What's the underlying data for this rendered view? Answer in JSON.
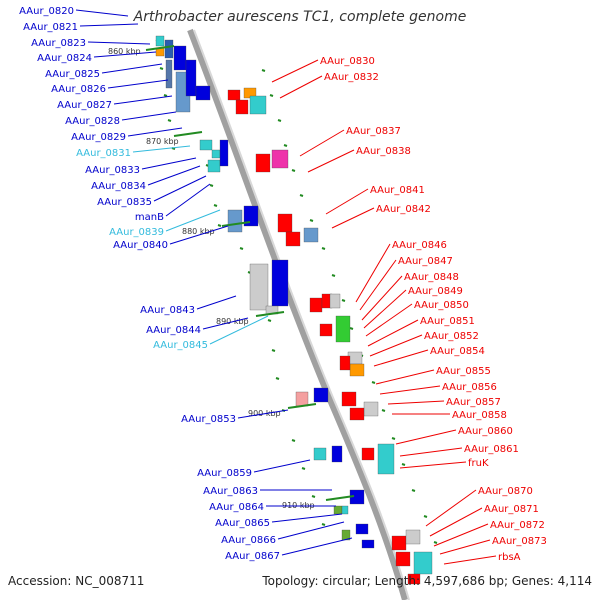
{
  "title": "Arthrobacter aurescens TC1, complete genome",
  "footer": {
    "accession": "Accession: NC_008711",
    "stats": "Topology: circular; Length: 4,597,686 bp; Genes: 4,114"
  },
  "colors": {
    "left_label": "#0000cc",
    "left_label_light": "#33bbdd",
    "right_label": "#ee0000",
    "backbone": "#a0a0a0",
    "tick": "#228b22"
  },
  "kbp_markers": [
    "860 kbp",
    "870 kbp",
    "880 kbp",
    "890 kbp",
    "900 kbp",
    "910 kbp"
  ],
  "left_genes": [
    {
      "label": "AAur_0820",
      "color": "#0000cc"
    },
    {
      "label": "AAur_0821",
      "color": "#0000cc"
    },
    {
      "label": "AAur_0823",
      "color": "#0000cc"
    },
    {
      "label": "AAur_0824",
      "color": "#0000cc"
    },
    {
      "label": "AAur_0825",
      "color": "#0000cc"
    },
    {
      "label": "AAur_0826",
      "color": "#0000cc"
    },
    {
      "label": "AAur_0827",
      "color": "#0000cc"
    },
    {
      "label": "AAur_0828",
      "color": "#0000cc"
    },
    {
      "label": "AAur_0829",
      "color": "#0000cc"
    },
    {
      "label": "AAur_0831",
      "color": "#33bbdd"
    },
    {
      "label": "AAur_0833",
      "color": "#0000cc"
    },
    {
      "label": "AAur_0834",
      "color": "#0000cc"
    },
    {
      "label": "AAur_0835",
      "color": "#0000cc"
    },
    {
      "label": "manB",
      "color": "#0000cc"
    },
    {
      "label": "AAur_0839",
      "color": "#33bbdd"
    },
    {
      "label": "AAur_0840",
      "color": "#0000cc"
    },
    {
      "label": "AAur_0843",
      "color": "#0000cc"
    },
    {
      "label": "AAur_0844",
      "color": "#0000cc"
    },
    {
      "label": "AAur_0845",
      "color": "#33bbdd"
    },
    {
      "label": "AAur_0853",
      "color": "#0000cc"
    },
    {
      "label": "AAur_0859",
      "color": "#0000cc"
    },
    {
      "label": "AAur_0863",
      "color": "#0000cc"
    },
    {
      "label": "AAur_0864",
      "color": "#0000cc"
    },
    {
      "label": "AAur_0865",
      "color": "#0000cc"
    },
    {
      "label": "AAur_0866",
      "color": "#0000cc"
    },
    {
      "label": "AAur_0867",
      "color": "#0000cc"
    }
  ],
  "right_genes": [
    {
      "label": "AAur_0830"
    },
    {
      "label": "AAur_0832"
    },
    {
      "label": "AAur_0837"
    },
    {
      "label": "AAur_0838"
    },
    {
      "label": "AAur_0841"
    },
    {
      "label": "AAur_0842"
    },
    {
      "label": "AAur_0846"
    },
    {
      "label": "AAur_0847"
    },
    {
      "label": "AAur_0848"
    },
    {
      "label": "AAur_0849"
    },
    {
      "label": "AAur_0850"
    },
    {
      "label": "AAur_0851"
    },
    {
      "label": "AAur_0852"
    },
    {
      "label": "AAur_0854"
    },
    {
      "label": "AAur_0855"
    },
    {
      "label": "AAur_0856"
    },
    {
      "label": "AAur_0857"
    },
    {
      "label": "AAur_0858"
    },
    {
      "label": "AAur_0860"
    },
    {
      "label": "AAur_0861"
    },
    {
      "label": "fruK"
    },
    {
      "label": "AAur_0870"
    },
    {
      "label": "AAur_0871"
    },
    {
      "label": "AAur_0872"
    },
    {
      "label": "AAur_0873"
    },
    {
      "label": "rbsA"
    }
  ]
}
